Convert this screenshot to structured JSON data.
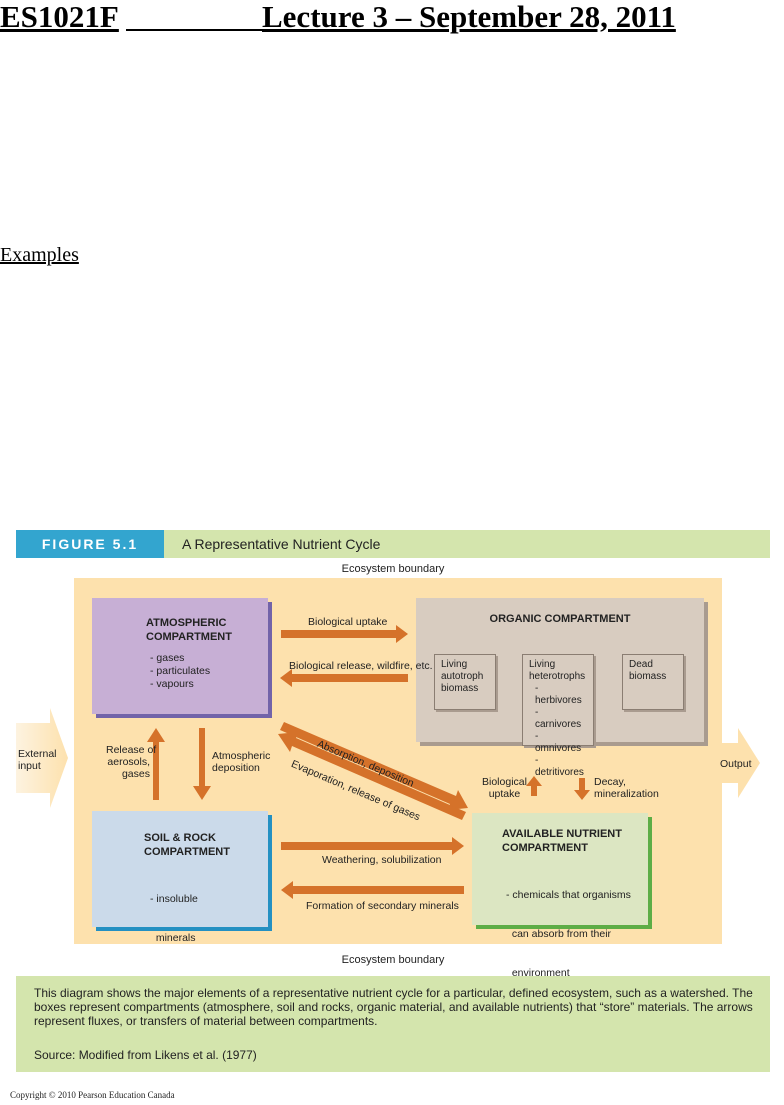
{
  "header": {
    "course": "ES1021F",
    "lecture": "Lecture 3 – September 28, 2011"
  },
  "examples_label": "Examples",
  "figure": {
    "label": "FIGURE 5.1",
    "title": "A Representative Nutrient Cycle",
    "ecosystem_top": "Ecosystem boundary",
    "ecosystem_bottom": "Ecosystem boundary",
    "external_input": [
      "External",
      "input"
    ],
    "output": "Output",
    "atmospheric": {
      "title": [
        "ATMOSPHERIC",
        "COMPARTMENT"
      ],
      "items": [
        "- gases",
        "- particulates",
        "- vapours"
      ]
    },
    "soil": {
      "title": [
        "SOIL & ROCK",
        "COMPARTMENT"
      ],
      "items": [
        "- insoluble",
        "  minerals"
      ]
    },
    "organic": {
      "title": "ORGANIC COMPARTMENT",
      "living_autotroph": [
        "Living",
        "autotroph",
        "biomass"
      ],
      "living_heterotrophs": {
        "title": [
          "Living",
          "heterotrophs"
        ],
        "items": [
          "- herbivores",
          "- carnivores",
          "- omnivores",
          "- detritivores"
        ]
      },
      "dead_biomass": [
        "Dead",
        "biomass"
      ]
    },
    "available": {
      "title": [
        "AVAILABLE NUTRIENT",
        "COMPARTMENT"
      ],
      "items": [
        "- chemicals that organisms",
        "  can absorb from their",
        "  environment"
      ]
    },
    "fluxes": {
      "biological_uptake_top": "Biological uptake",
      "biological_release": "Biological release, wildfire, etc.",
      "release_aerosols": [
        "Release of",
        "aerosols,",
        "gases"
      ],
      "atmospheric_deposition": [
        "Atmospheric",
        "deposition"
      ],
      "absorption_deposition": "Absorption, deposition",
      "evaporation": "Evaporation, release of gases",
      "biological_uptake_right": [
        "Biological",
        "uptake"
      ],
      "decay": [
        "Decay,",
        "mineralization"
      ],
      "weathering": "Weathering, solubilization",
      "formation": "Formation of secondary minerals"
    },
    "caption": "This diagram shows the major elements of a representative nutrient cycle for a particular, defined ecosystem, such as a watershed. The boxes represent compartments (atmosphere, soil and rocks, organic material, and available nutrients) that “store” materials. The arrows represent fluxes, or transfers of material between compartments.",
    "source": "Source: Modified from Likens et al. (1977)"
  },
  "copyright": "Copyright © 2010 Pearson Education Canada",
  "colors": {
    "arrow": "#d5722a",
    "ecosystem_bg": "#fde1ad",
    "banner": "#d4e5ad",
    "figure_label_bg": "#33a5cf"
  }
}
